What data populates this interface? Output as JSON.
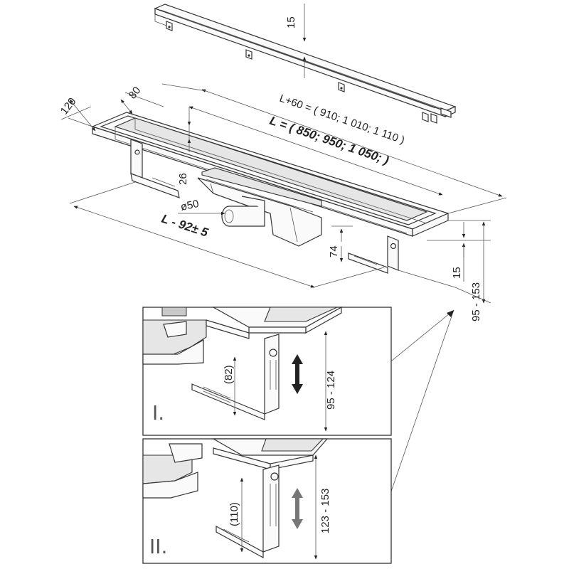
{
  "figure": {
    "title": "Linear shower drain dimension drawing",
    "grate": {
      "height_label": "15",
      "length_label": "L+60 = ( 910; 1 010; 1 110 )"
    },
    "channel": {
      "length_label": "L = ( 850; 950; 1 050; )",
      "width_outer_label": "120",
      "width_inner_label": "80",
      "depth_label": "26",
      "outlet_label": "ø50",
      "body_length_label": "L - 92± 5",
      "outlet_height_label": "74",
      "flange_label": "15",
      "total_height_label": "95 - 153"
    },
    "detail_1": {
      "roman": "I.",
      "inner_label": "(82)",
      "range_label": "95 - 124"
    },
    "detail_2": {
      "roman": "II.",
      "inner_label": "(110)",
      "range_label": "123 - 153"
    }
  }
}
